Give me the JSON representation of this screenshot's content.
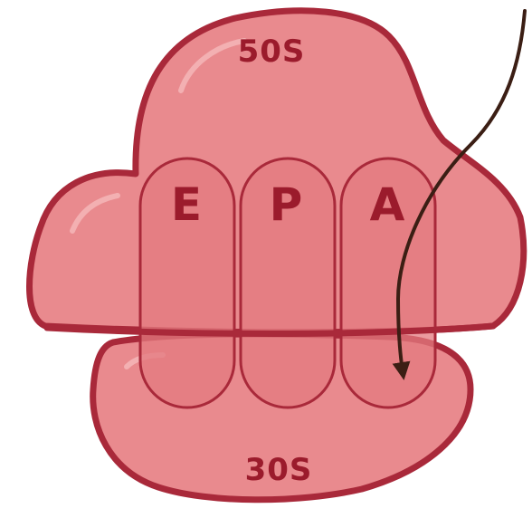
{
  "diagram": {
    "large_subunit": {
      "label": "50S"
    },
    "small_subunit": {
      "label": "30S"
    },
    "sites": [
      {
        "id": "E",
        "label": "E"
      },
      {
        "id": "P",
        "label": "P"
      },
      {
        "id": "A",
        "label": "A"
      }
    ],
    "colors": {
      "subunit_fill": "#e98a8e",
      "subunit_highlight": "#f4b6b8",
      "outline": "#a9293a",
      "site_fill": "#e3797f",
      "label": "#9b1b2c",
      "mrna_arrow": "#3b1e14"
    }
  }
}
